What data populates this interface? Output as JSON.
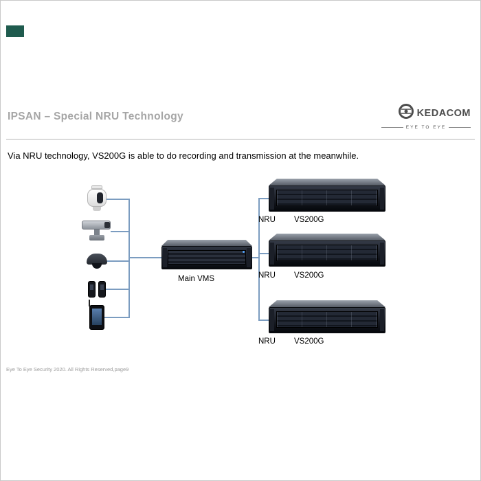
{
  "slide": {
    "title": "IPSAN – Special NRU Technology",
    "body_text": "Via NRU technology, VS200G is able to do recording and transmission at the meanwhile.",
    "footer": "Eye To Eye Security 2020. All Rights Reserved,page9"
  },
  "logo": {
    "brand": "KEDACOM",
    "tagline": "EYE TO EYE"
  },
  "diagram": {
    "main_server_label": "Main VMS",
    "servers": [
      {
        "nru_label": "NRU",
        "model_label": "VS200G"
      },
      {
        "nru_label": "NRU",
        "model_label": "VS200G"
      },
      {
        "nru_label": "NRU",
        "model_label": "VS200G"
      }
    ],
    "devices": [
      {
        "name": "ptz-dome-camera"
      },
      {
        "name": "ptz-camera"
      },
      {
        "name": "dome-camera"
      },
      {
        "name": "body-cameras"
      },
      {
        "name": "smartphone"
      }
    ],
    "line_color": "#7b9cc0"
  },
  "decorations": {
    "corner_color": "#1f5b4e",
    "title_color": "#a6a6a6"
  }
}
